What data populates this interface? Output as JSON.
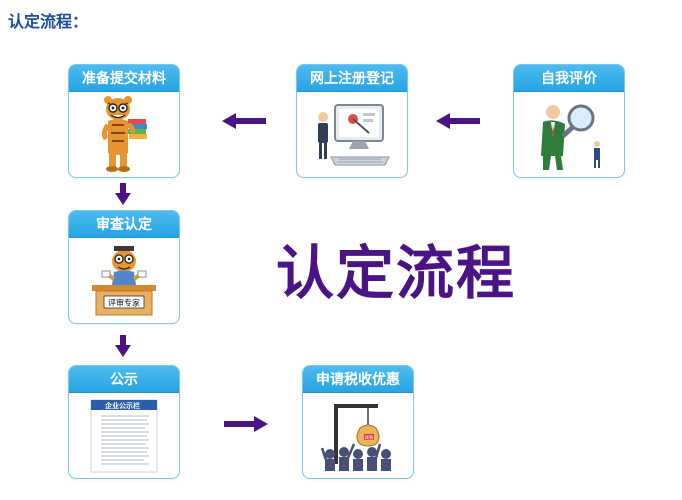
{
  "header": {
    "title": "认定流程："
  },
  "main_title": "认定流程",
  "steps": [
    {
      "id": "prepare",
      "label": "准备提交材料",
      "icon": "tiger-with-books-icon"
    },
    {
      "id": "register",
      "label": "网上注册登记",
      "icon": "online-registration-icon"
    },
    {
      "id": "self_eval",
      "label": "自我评价",
      "icon": "magnifying-glass-evaluation-icon"
    },
    {
      "id": "review",
      "label": "审查认定",
      "icon": "review-expert-icon",
      "badge": "评审专家"
    },
    {
      "id": "publicity",
      "label": "公示",
      "icon": "public-notice-document-icon",
      "doc_title": "企业公示栏"
    },
    {
      "id": "apply",
      "label": "申请税收优惠",
      "icon": "tax-incentive-icon",
      "badge": "减税"
    }
  ],
  "colors": {
    "accent_blue": "#27a4e4",
    "card_border": "#7cc6ef",
    "arrow_purple": "#4a1486",
    "title_blue": "#1a4fa0"
  }
}
